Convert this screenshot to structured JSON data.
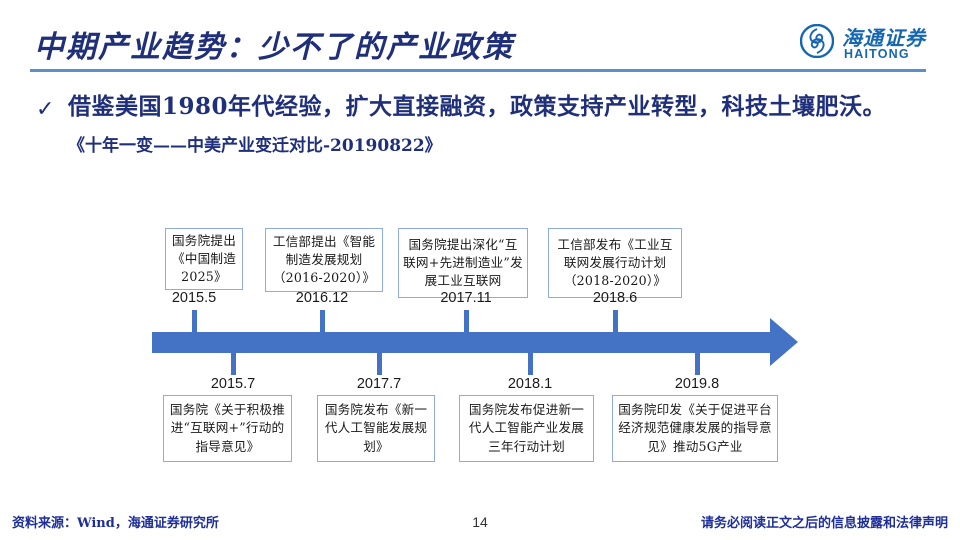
{
  "header": {
    "title": "中期产业趋势：少不了的产业政策",
    "rule_color": "#5b8fc9",
    "title_color": "#1f2f7a"
  },
  "logo": {
    "mark": "haitong-emblem-icon",
    "name_cn": "海通证券",
    "name_en": "HAITONG",
    "color": "#1667b1"
  },
  "bullet": {
    "marker": "check-icon",
    "text": "借鉴美国1980年代经验，扩大直接融资，政策支持产业转型，科技土壤肥沃。 ",
    "citation": "《十年一变——中美产业变迁对比-20190822》"
  },
  "timeline": {
    "axis_color": "#4472c4",
    "box_border_color": "#8faadc",
    "upper": [
      {
        "date": "2015.5",
        "text": "国务院提出《中国制造2025》"
      },
      {
        "date": "2016.12",
        "text": "工信部提出《智能制造发展规划（2016-2020）》"
      },
      {
        "date": "2017.11",
        "text": "国务院提出深化“互联网+先进制造业”发展工业互联网"
      },
      {
        "date": "2018.6",
        "text": "工信部发布《工业互联网发展行动计划（2018-2020）》"
      }
    ],
    "lower": [
      {
        "date": "2015.7",
        "text": "国务院《关于积极推进“互联网+”行动的指导意见》"
      },
      {
        "date": "2017.7",
        "text": "国务院发布《新一代人工智能发展规划》"
      },
      {
        "date": "2018.1",
        "text": "国务院发布促进新一代人工智能产业发展三年行动计划"
      },
      {
        "date": "2019.8",
        "text": "国务院印发《关于促进平台经济规范健康发展的指导意见》推动5G产业"
      }
    ]
  },
  "footer": {
    "source": "资料来源：Wind，海通证券研究所",
    "page": "14",
    "note": "请务必阅读正文之后的信息披露和法律声明"
  }
}
